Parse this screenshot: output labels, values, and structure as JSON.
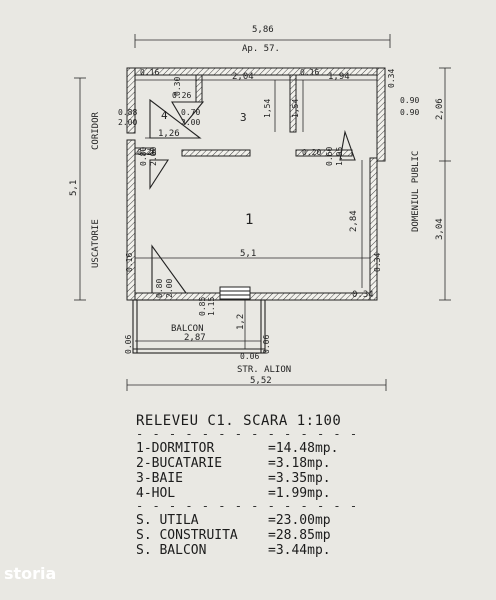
{
  "header": {
    "total_width": "5,86",
    "apartment": "Ap. 57."
  },
  "rooms": {
    "r1": "1",
    "r3": "3",
    "r4": "4"
  },
  "side_labels": {
    "left_top": "CORIDOR",
    "left_bottom": "USCATORIE",
    "right": "DOMENIUL PUBLIC"
  },
  "dimensions": {
    "d016_top": "0.16",
    "d016_top2": "0.16",
    "d204": "2,04",
    "d194": "1,94",
    "d034_right": "0.34",
    "d030": "0.30",
    "d026": "0.26",
    "d088": "0.88",
    "d200a": "2.00",
    "d070": "0.70",
    "d200b": "2.00",
    "d154a": "1,54",
    "d154b": "1,54",
    "d090a": "0.90",
    "d090b": "0.90",
    "d206": "2,06",
    "d304": "3,04",
    "d126": "1,26",
    "d020a": "0.20",
    "d020b": "0.20",
    "d080a": "0.80",
    "d200c": "2.00",
    "d060": "0.60",
    "d195": "1.95",
    "d51_left": "5,1",
    "d284": "2,84",
    "d034_mid": "0.34",
    "d51_room": "5,1",
    "d016_left": "0.16",
    "d080b": "0.80",
    "d200d": "2.00",
    "d085": "0.85",
    "d115": "1.15",
    "d034_bottom": "0.34",
    "balcon": "BALCON",
    "d287": "2,87",
    "d12": "1,2",
    "d006a": "0.06",
    "d006b": "0.06",
    "d006c": "0.06",
    "street": "STR. ALION",
    "d552": "5,52"
  },
  "legend": {
    "title": "RELEVEU C1. SCARA 1:100",
    "divider": "- - - - - - - - - - - - - - - - - - - - - -",
    "rooms": [
      {
        "name": "1-DORMITOR",
        "value": "=14.48mp."
      },
      {
        "name": "2-BUCATARIE",
        "value": "=3.18mp."
      },
      {
        "name": "3-BAIE",
        "value": "=3.35mp."
      },
      {
        "name": "4-HOL",
        "value": "=1.99mp."
      }
    ],
    "totals": [
      {
        "name": "S. UTILA",
        "value": "=23.00mp"
      },
      {
        "name": "S. CONSTRUITA",
        "value": "=28.85mp"
      },
      {
        "name": "S. BALCON",
        "value": "=3.44mp."
      }
    ]
  },
  "watermark": "storia"
}
